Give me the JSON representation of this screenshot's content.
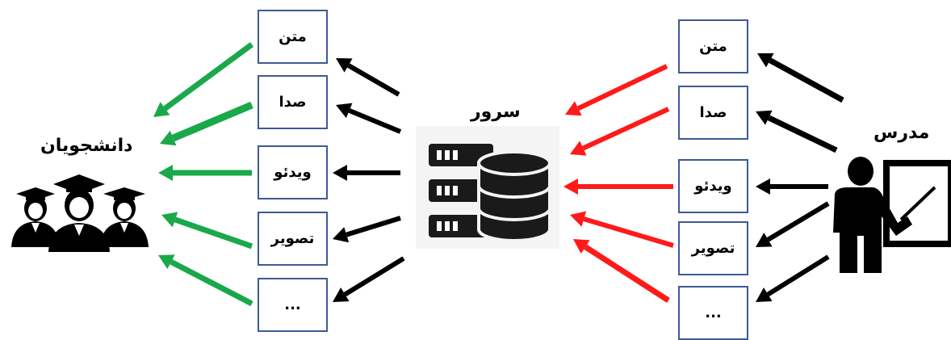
{
  "labels": {
    "students": "دانشجویان",
    "server": "سرور",
    "teacher": "مدرس"
  },
  "left_boxes": [
    "متن",
    "صدا",
    "ویدئو",
    "تصویر",
    "..."
  ],
  "right_boxes": [
    "متن",
    "صدا",
    "ویدئو",
    "تصویر",
    "..."
  ],
  "colors": {
    "box_border": "#3d5a96",
    "students_arrows": "#1aa84a",
    "server_to_left_arrows": "#000000",
    "teacher_to_server_arrows": "#ff1a1a",
    "teacher_to_boxes_arrows": "#000000"
  },
  "icons": {
    "students": "students-graduation-icon",
    "server": "server-database-icon",
    "teacher": "teacher-board-icon"
  }
}
